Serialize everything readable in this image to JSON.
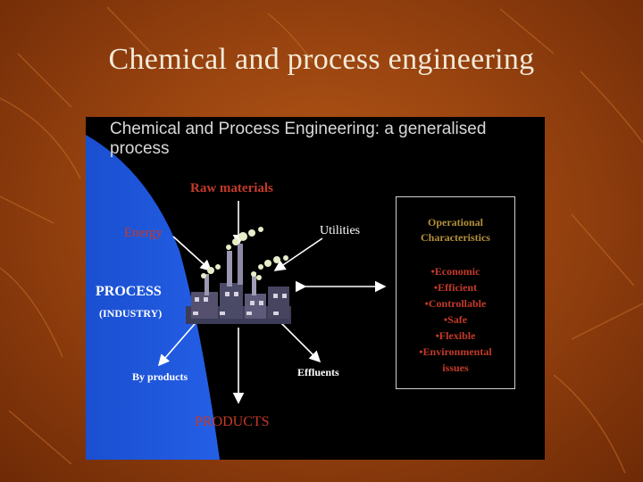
{
  "slide": {
    "title": "Chemical and process engineering"
  },
  "diagram": {
    "heading": "Chemical and Process Engineering: a generalised process",
    "inputs": {
      "raw_materials": "Raw materials",
      "energy": "Energy",
      "utilities": "Utilities"
    },
    "process": {
      "label": "PROCESS",
      "sublabel": "(INDUSTRY)"
    },
    "outputs": {
      "by_products": "By products",
      "effluents": "Effluents",
      "products": "PRODUCTS"
    },
    "operational": {
      "title": "Operational Characteristics",
      "items": [
        "•Economic",
        "•Efficient",
        "•Controllable",
        "•Safe",
        "•Flexible",
        "•Environmental issues"
      ]
    }
  },
  "colors": {
    "background": "#9a4410",
    "panel": "#000000",
    "blue_region": "#1f56d6",
    "label_red": "#c43a2a",
    "ops_title": "#b4903a",
    "title_text": "#f3ead8"
  },
  "icons": [
    "factory-icon",
    "arrow-icon"
  ]
}
